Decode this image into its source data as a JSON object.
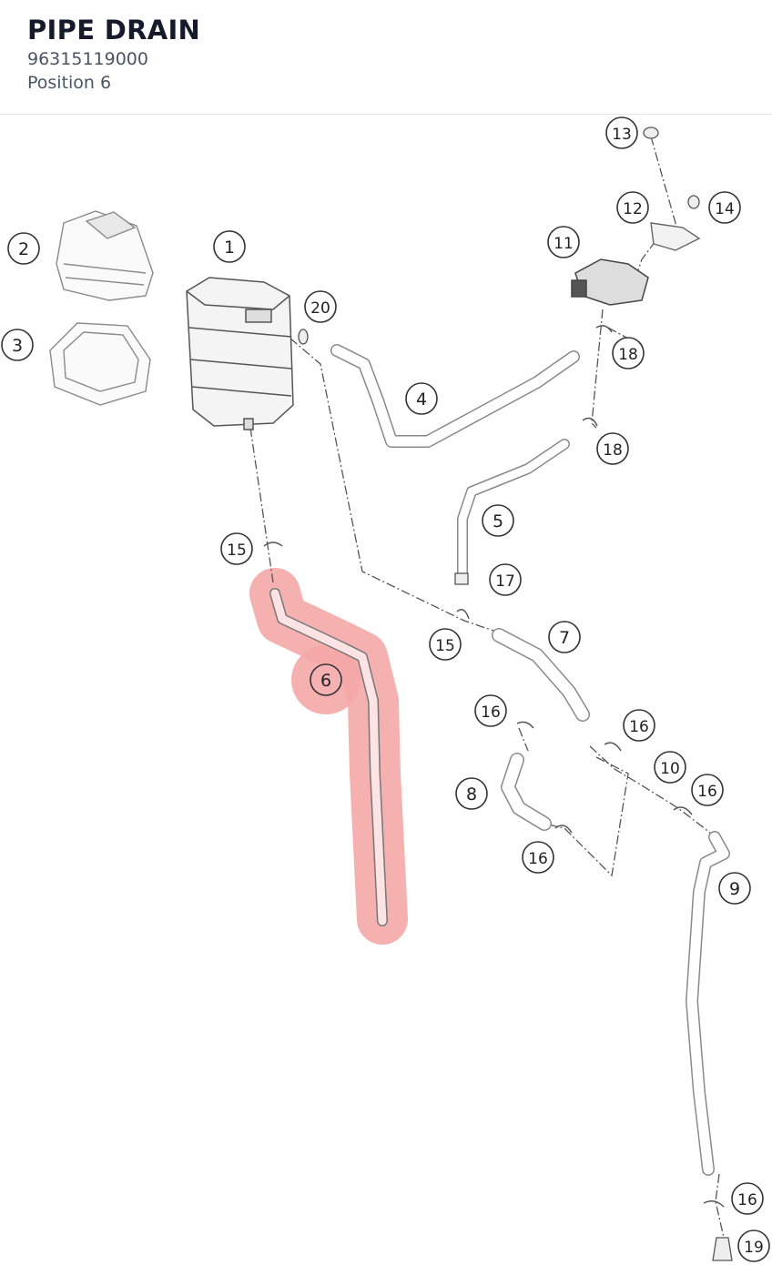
{
  "header": {
    "title": "PIPE DRAIN",
    "part_number": "96315119000",
    "position": "Position 6"
  },
  "diagram": {
    "highlight_color": "#f4a7a7",
    "callouts": [
      {
        "id": "c1",
        "label": "1"
      },
      {
        "id": "c2",
        "label": "2"
      },
      {
        "id": "c3",
        "label": "3"
      },
      {
        "id": "c4",
        "label": "4"
      },
      {
        "id": "c5",
        "label": "5"
      },
      {
        "id": "c6",
        "label": "6"
      },
      {
        "id": "c7",
        "label": "7"
      },
      {
        "id": "c8",
        "label": "8"
      },
      {
        "id": "c9",
        "label": "9"
      },
      {
        "id": "c10",
        "label": "10"
      },
      {
        "id": "c11",
        "label": "11"
      },
      {
        "id": "c12",
        "label": "12"
      },
      {
        "id": "c13",
        "label": "13"
      },
      {
        "id": "c14",
        "label": "14"
      },
      {
        "id": "c15a",
        "label": "15"
      },
      {
        "id": "c15b",
        "label": "15"
      },
      {
        "id": "c16a",
        "label": "16"
      },
      {
        "id": "c16b",
        "label": "16"
      },
      {
        "id": "c16c",
        "label": "16"
      },
      {
        "id": "c16d",
        "label": "16"
      },
      {
        "id": "c16e",
        "label": "16"
      },
      {
        "id": "c17",
        "label": "17"
      },
      {
        "id": "c18a",
        "label": "18"
      },
      {
        "id": "c18b",
        "label": "18"
      },
      {
        "id": "c19",
        "label": "19"
      },
      {
        "id": "c20",
        "label": "20"
      }
    ]
  }
}
